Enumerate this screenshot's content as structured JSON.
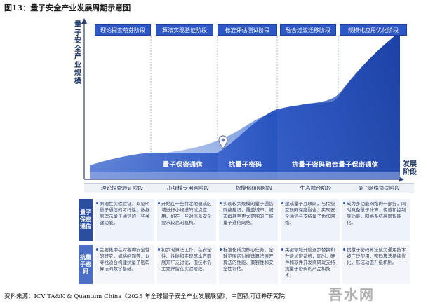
{
  "figure": {
    "title": "图13：量子安全产业发展周期示意图",
    "y_axis_label": "量子安全产业规模",
    "x_axis_label": "发展阶段",
    "source": "资料来源：ICV TA&K & Quantum China《2025 年全球量子安全产业发展展望》，中国银河证券研究院"
  },
  "phases": [
    "理论探索萌芽阶段",
    "算法实现验证阶段",
    "标准评估测试阶段",
    "融合过渡迁移阶段",
    "规模化应用优化阶段"
  ],
  "bands": [
    {
      "label": "量子保密通信"
    },
    {
      "label": "抗量子密码"
    },
    {
      "label": "抗量子密码融合量子保密通信"
    }
  ],
  "stages": [
    "理论探索验证阶段",
    "小规模专用网阶段",
    "规模化组网阶段",
    "生态融合阶段",
    "量子网络协同阶段"
  ],
  "rows": [
    {
      "header": "量子保密通信",
      "cells": [
        "原理性实验验证，以证明量子通信的可行性、数据原理示量子通信的一些关键功能。",
        "开始在一些特定地理或区域进行小规模的试点应用，如在一些对信息安全要求较高的机构。",
        "实现较大规模的量子通信网络建设，覆盖城市、城市群甚至更大范围的广域量子通信网络。",
        "建成量子互联网，与传统互联网深度融合，实现安全通信与支持量子协作网络。",
        "成为多功能网络的一部分，同时具备量子计算、传感和控制等功能，网络系统高度智能化。"
      ]
    },
    {
      "header": "抗量子密码",
      "cells": [
        "主要集中在对各种安全性的研究，如格问题等，以寻找适合构建抗量子密码算法的数学基础。",
        "初步的算法工作，在安全性、性能和实现成本方面展开广泛讨论，但技术仍主要停留在实验阶段。",
        "标准化成为核心任务，全球范围内对候选算法展开算法的性能、兼容性和安全性评估。",
        "关键领域开始逐步替换和升级加密系统，同时，硬件和软件开发商研发支持抗量子密码的产品和技术。",
        "抗量子密码算法成为通用技术被广泛使用，密码算法持续优化，形成动态升级机制。"
      ]
    }
  ],
  "watermark": "吾水网",
  "colors": {
    "phase_fill": "#2d57c4",
    "curve_dark": "#1c3f9e",
    "curve_light": "#c9d6f1",
    "row1_header": "#2b4f9e",
    "row2_header": "#4a6fc4"
  }
}
